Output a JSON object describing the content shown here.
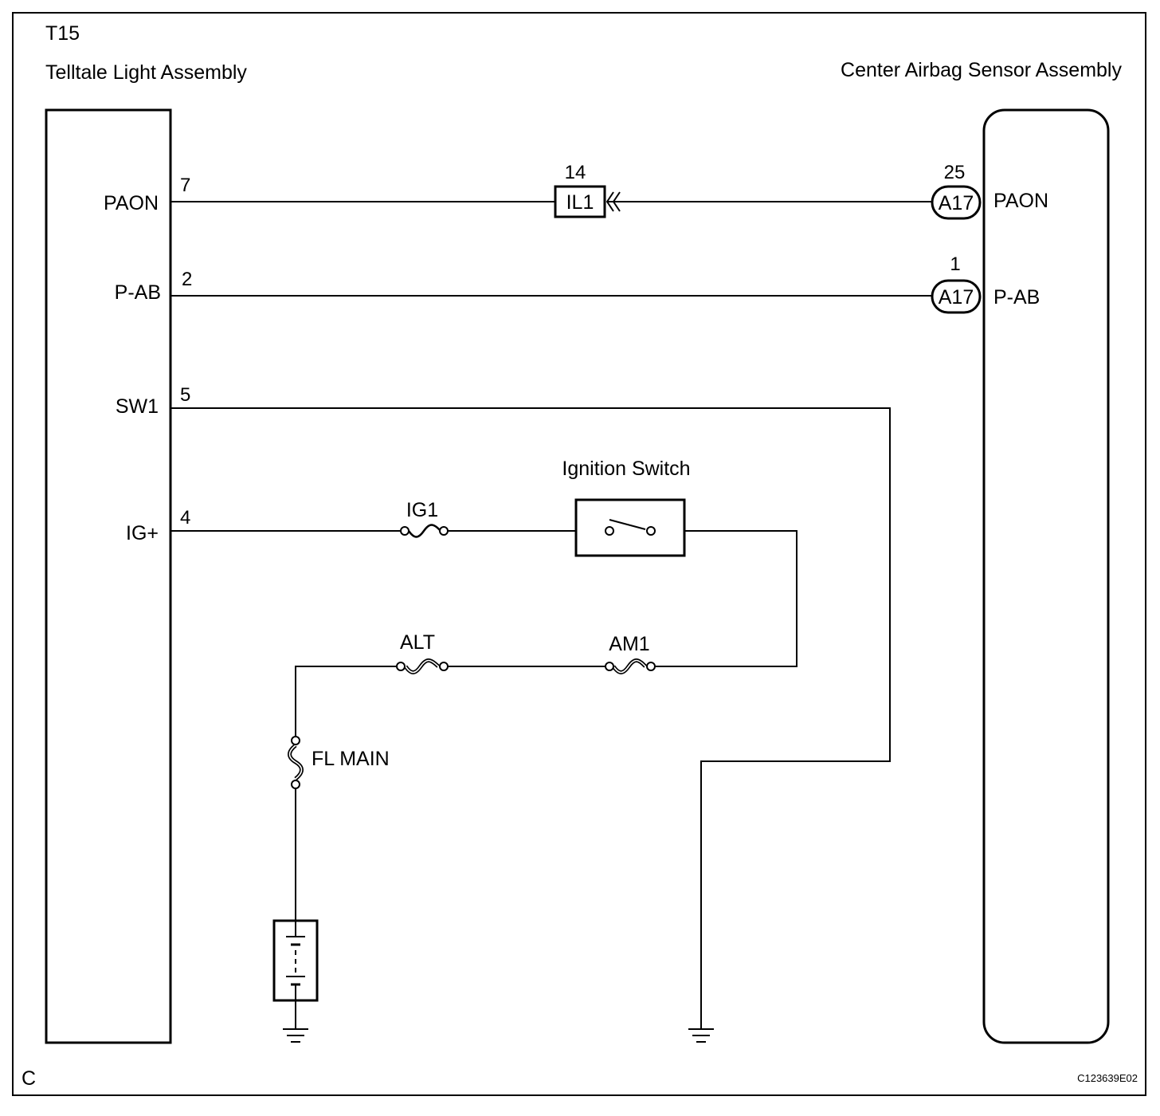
{
  "page": {
    "corner_code": "C",
    "figure_code": "C123639E02"
  },
  "left_component": {
    "code": "T15",
    "title": "Telltale Light Assembly"
  },
  "right_component": {
    "title": "Center Airbag Sensor Assembly"
  },
  "terminals": {
    "paon": {
      "name": "PAON",
      "pin": "7"
    },
    "pab": {
      "name": "P-AB",
      "pin": "2"
    },
    "sw1": {
      "name": "SW1",
      "pin": "5"
    },
    "ig": {
      "name": "IG+",
      "pin": "4"
    }
  },
  "right_terminals": {
    "paon": {
      "name": "PAON",
      "pin": "25",
      "connector": "A17"
    },
    "pab": {
      "name": "P-AB",
      "pin": "1",
      "connector": "A17"
    }
  },
  "junction_connector": {
    "code": "IL1",
    "pin": "14"
  },
  "ignition_switch": {
    "label": "Ignition Switch"
  },
  "fuses": {
    "ig1": "IG1",
    "alt": "ALT",
    "am1": "AM1",
    "fl_main": "FL MAIN"
  },
  "icons": {
    "battery": "battery-icon",
    "ground": "ground-icon",
    "fuse": "fuse-icon",
    "fusible_link": "fusible-link-icon",
    "switch": "switch-icon"
  }
}
